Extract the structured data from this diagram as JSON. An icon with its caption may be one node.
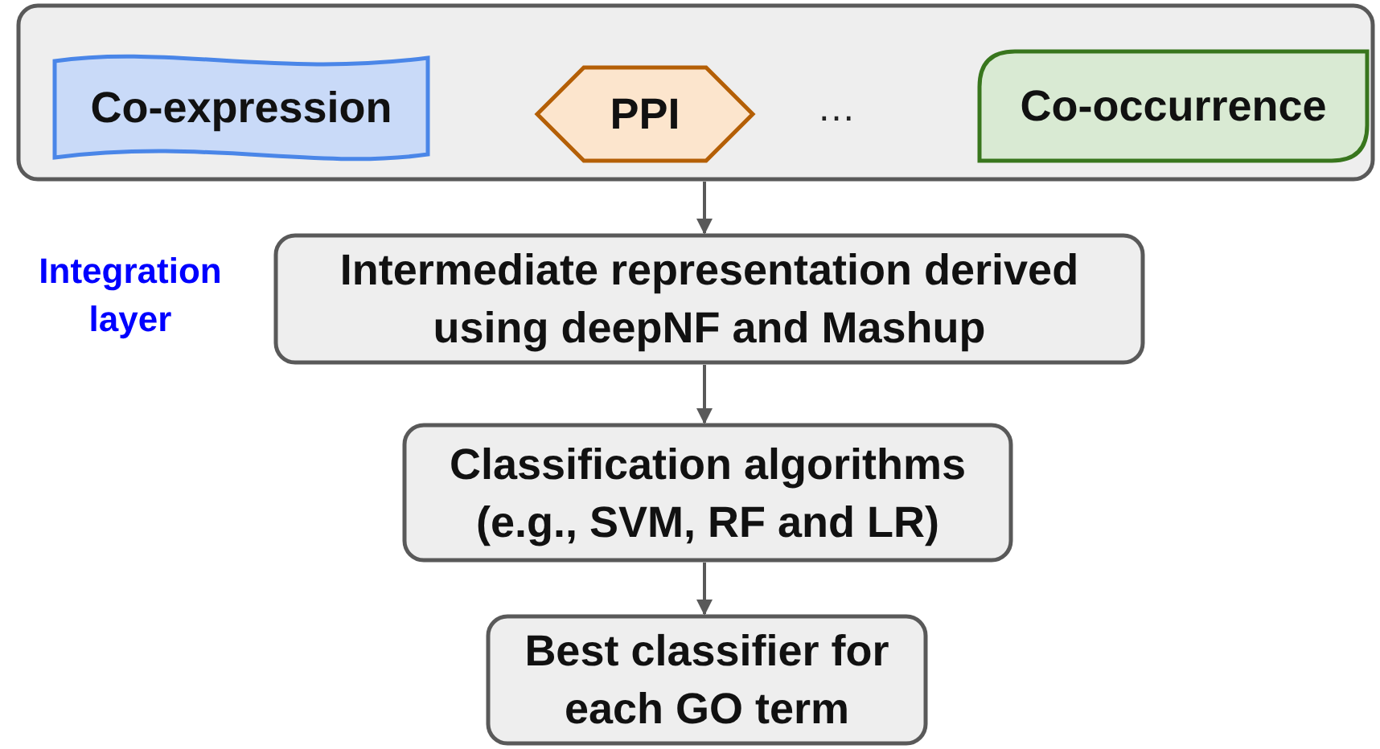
{
  "diagram": {
    "nodes": [
      {
        "text": [],
        "shape": "box"
      },
      {
        "text": [
          "Co-expression"
        ],
        "in": 0
      },
      {
        "text": [
          "PPI"
        ],
        "in": 0
      },
      {
        "text": [
          "Co-occurrence"
        ],
        "in": 0
      },
      {
        "text": [
          "Intermediate representation derived using deepNF and Mashup"
        ]
      },
      {
        "text": [
          "Classification algorithms (e.g., SVM, RF and LR)"
        ]
      },
      {
        "text": [
          "Best classifier for each GO term"
        ]
      }
    ],
    "edges": [
      {
        "from": 0,
        "to": 4,
        "arrow": "to"
      },
      {
        "from": 4,
        "to": 5,
        "arrow": "to"
      },
      {
        "from": 5,
        "to": 6,
        "arrow": "to"
      }
    ],
    "labels": [
      "…",
      "Integration layer"
    ]
  }
}
